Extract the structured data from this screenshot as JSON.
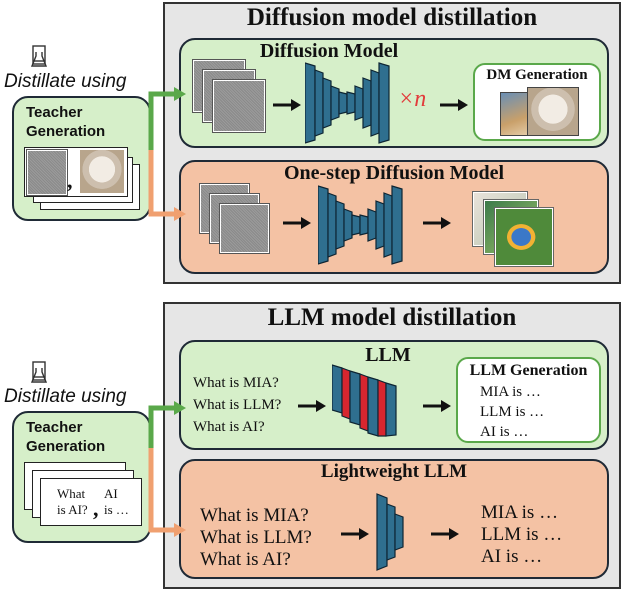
{
  "top": {
    "title": "Diffusion model distillation",
    "dm_box": {
      "title": "Diffusion Model",
      "multiplier": "×n",
      "generation_title": "DM Generation"
    },
    "onestep_box": {
      "title": "One-step Diffusion Model"
    }
  },
  "bottom": {
    "title": "LLM model distillation",
    "llm_box": {
      "title": "LLM",
      "prompts": [
        "What is MIA?",
        "What is LLM?",
        "What is AI?"
      ],
      "generation_title": "LLM Generation",
      "outputs": [
        "MIA is …",
        "LLM is …",
        "AI is …"
      ]
    },
    "light_box": {
      "title": "Lightweight LLM",
      "prompts": [
        "What is MIA?",
        "What is LLM?",
        "What is AI?"
      ],
      "outputs": [
        "MIA is …",
        "LLM is …",
        "AI is …"
      ]
    }
  },
  "left_top": {
    "distill_label": "Distillate using",
    "teacher_title": "Teacher\nGeneration",
    "comma": ","
  },
  "left_bottom": {
    "distill_label": "Distillate using",
    "teacher_title": "Teacher\nGeneration",
    "card_q": "What\nis AI?",
    "comma": ",",
    "card_a": "AI\nis …"
  },
  "colors": {
    "green_box": "#d6efc9",
    "salmon_box": "#f4c2a4",
    "panel": "#e6e6e6",
    "network": "#2f6f8f",
    "red_layer": "#d7262f",
    "arrow_green": "#5aa84a",
    "arrow_orange": "#f0a070",
    "times_red": "#e23b3b"
  }
}
